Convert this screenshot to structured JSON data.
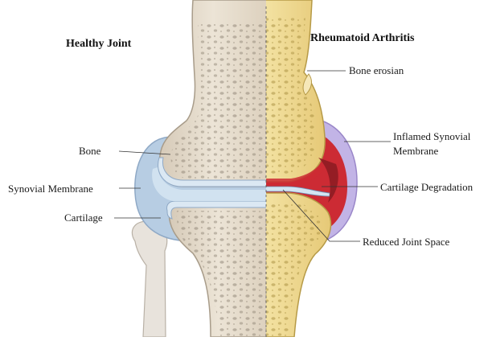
{
  "titles": {
    "healthy": "Healthy Joint",
    "arthritis": "Rheumatoid Arthritis"
  },
  "labels": {
    "bone": "Bone",
    "synovial_membrane": "Synovial Membrane",
    "cartilage": "Cartilage",
    "bone_erosion": "Bone erosian",
    "inflamed_line1": "Inflamed Synovial",
    "inflamed_line2": "Membrane",
    "cartilage_degradation": "Cartilage Degradation",
    "reduced_joint_space": "Reduced Joint Space"
  },
  "colors": {
    "healthy_bone": "#e4d9c8",
    "arthritic_bone": "#efd98e",
    "synovium_healthy": "#b7cde3",
    "synovium_inflamed": "#cc2b34",
    "cartilage": "#dbe8f3"
  }
}
